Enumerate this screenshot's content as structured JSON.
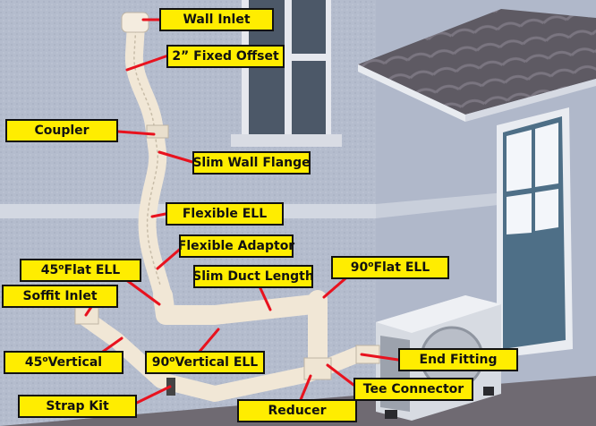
{
  "diagram": {
    "labels": {
      "wall_inlet": "Wall Inlet",
      "fixed_offset": "2” Fixed Offset",
      "coupler": "Coupler",
      "slim_wall_flange": "Slim Wall Flange",
      "flexible_ell": "Flexible ELL",
      "flexible_adaptor": "Flexible Adaptor",
      "flat_ell_45_num": "45",
      "flat_ell_45_deg": "o",
      "flat_ell_45_text": " Flat ELL",
      "slim_duct_length": "Slim Duct Length",
      "flat_ell_90_num": "90",
      "flat_ell_90_deg": "o",
      "flat_ell_90_text": " Flat ELL",
      "soffit_inlet": "Soffit Inlet",
      "vertical_45_num": "45",
      "vertical_45_deg": "o",
      "vertical_45_text": " Vertical",
      "vertical_ell_90_num": "90",
      "vertical_ell_90_deg": "o",
      "vertical_ell_90_text": " Vertical ELL",
      "end_fitting": "End Fitting",
      "strap_kit": "Strap Kit",
      "reducer": "Reducer",
      "tee_connector": "Tee Connector"
    },
    "colors": {
      "label_fill": "#ffed00",
      "leader_line": "#e8121e",
      "wall": "#b7bfd0",
      "duct": "#f1e7d6",
      "roof": "#5e5a63",
      "door": "#4e6f87"
    }
  }
}
